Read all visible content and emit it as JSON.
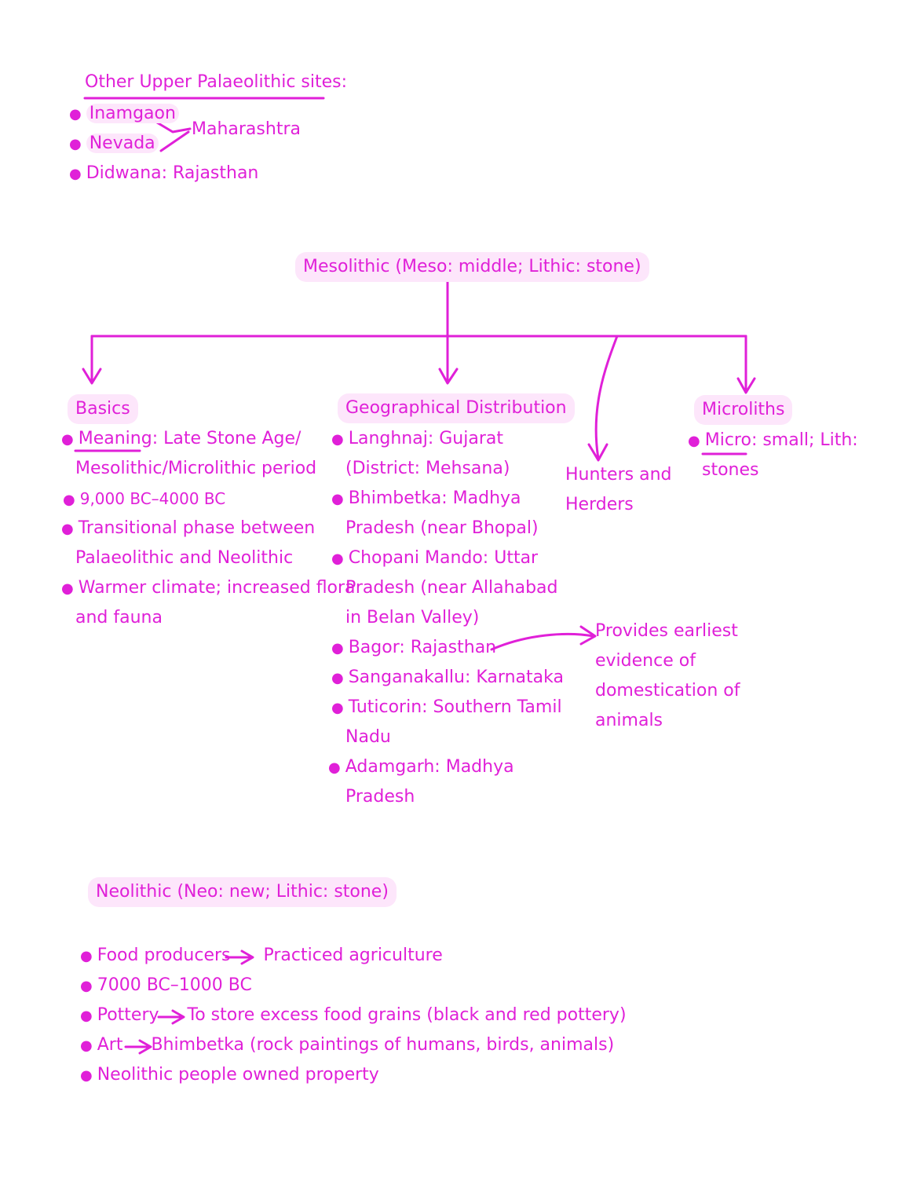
{
  "upper_palaeolithic": {
    "heading": "Other Upper Palaeolithic sites:",
    "items": [
      "Inamgaon",
      "Nevada",
      "Didwana: Rajasthan"
    ],
    "group_label": "Maharashtra"
  },
  "mesolithic": {
    "title": "Mesolithic (Meso: middle; Lithic: stone)",
    "basics": {
      "heading": "Basics",
      "meaning_label": "Meaning",
      "meaning_text": ": Late Stone Age/",
      "meaning_cont": "Mesolithic/Microlithic period",
      "date_range": "9,000 BC–4000 BC",
      "transitional_1": "Transitional phase between",
      "transitional_2": "Palaeolithic and Neolithic",
      "climate_1": "Warmer climate; increased flora",
      "climate_2": "and fauna"
    },
    "geo": {
      "heading": "Geographical Distribution",
      "lines": [
        "Langhnaj: Gujarat",
        "(District: Mehsana)",
        "Bhimbetka: Madhya",
        "Pradesh (near Bhopal)",
        "Chopani Mando: Uttar",
        "Pradesh (near Allahabad",
        "in Belan Valley)",
        "Bagor: Rajasthan",
        "Sanganakallu: Karnataka",
        "Tuticorin: Southern Tamil",
        "Nadu",
        "Adamgarh: Madhya",
        "Pradesh"
      ],
      "bagor_note": [
        "Provides earliest",
        "evidence of",
        "domestication of",
        "animals"
      ]
    },
    "hunters": [
      "Hunters and",
      "Herders"
    ],
    "microliths": {
      "heading": "Microliths",
      "micro_label": "Micro",
      "micro_text": ": small; Lith:",
      "micro_cont": "stones"
    }
  },
  "neolithic": {
    "title": "Neolithic (Neo: new; Lithic: stone)",
    "items": [
      {
        "left": "Food producers",
        "right": "Practiced agriculture"
      },
      {
        "left": "7000 BC–1000 BC",
        "right": ""
      },
      {
        "left": "Pottery",
        "right": "To store excess food grains (black and red pottery)"
      },
      {
        "left": "Art",
        "right": "Bhimbetka (rock paintings of humans, birds, animals)"
      },
      {
        "left": "Neolithic people owned property",
        "right": ""
      }
    ]
  },
  "colors": {
    "ink": "#e020d8",
    "highlight": "#fde6fb"
  }
}
